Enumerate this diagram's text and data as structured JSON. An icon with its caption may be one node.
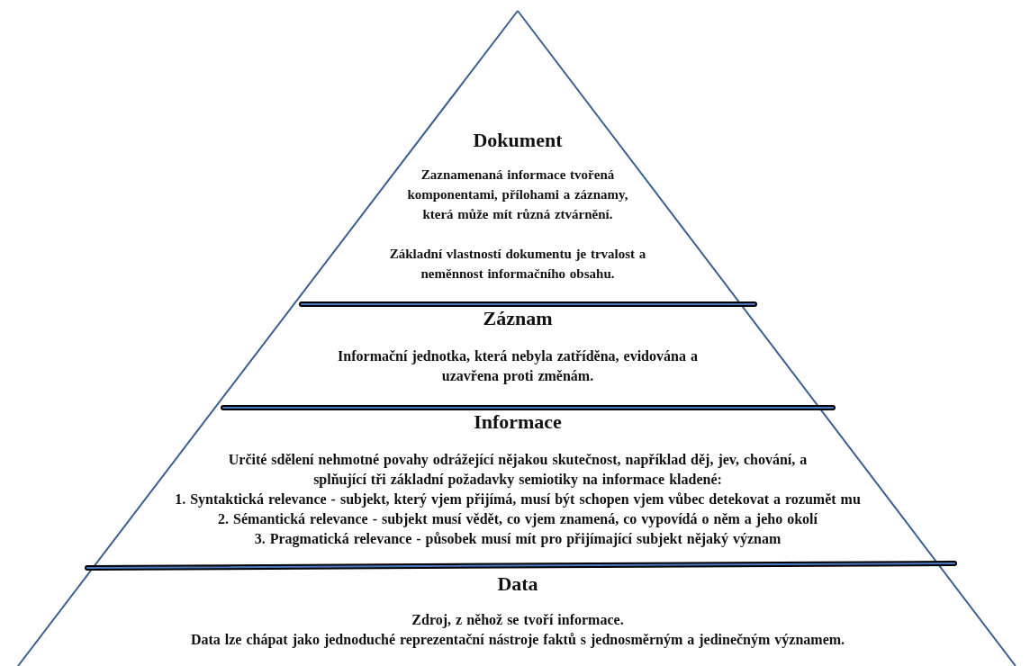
{
  "diagram": {
    "nodes": [
      {
        "text": [
          "Dokument",
          "Zaznamenaná informace tvořená komponentami, přílohami a záznamy, která může mít různá ztvárnění.",
          "Základní vlastností dokumentu je trvalost a neměnnost informačního obsahu."
        ]
      },
      {
        "text": [
          "Záznam",
          "Informační jednotka, která nebyla zatříděna, evidována a uzavřena proti změnám."
        ]
      },
      {
        "text": [
          "Informace",
          "Určité sdělení nehmotné povahy odrážející nějakou skutečnost, například děj, jev, chování, a splňující tři základní požadavky semiotiky na informace kladené:",
          "1. Syntaktická relevance - subjekt, který vjem přijímá, musí být schopen vjem vůbec detekovat a rozumět mu",
          "2. Sémantická relevance - subjekt musí vědět, co vjem znamená, co vypovídá o něm a jeho okolí",
          "3. Pragmatická relevance - působek musí mít pro přijímající subjekt nějaký význam"
        ]
      },
      {
        "text": [
          "Data",
          "Zdroj, z něhož se tvoří informace.",
          "Data lze chápat jako jednoduché reprezentační nástroje faktů s jednosměrným a jedinečným významem."
        ]
      }
    ],
    "edges": []
  }
}
